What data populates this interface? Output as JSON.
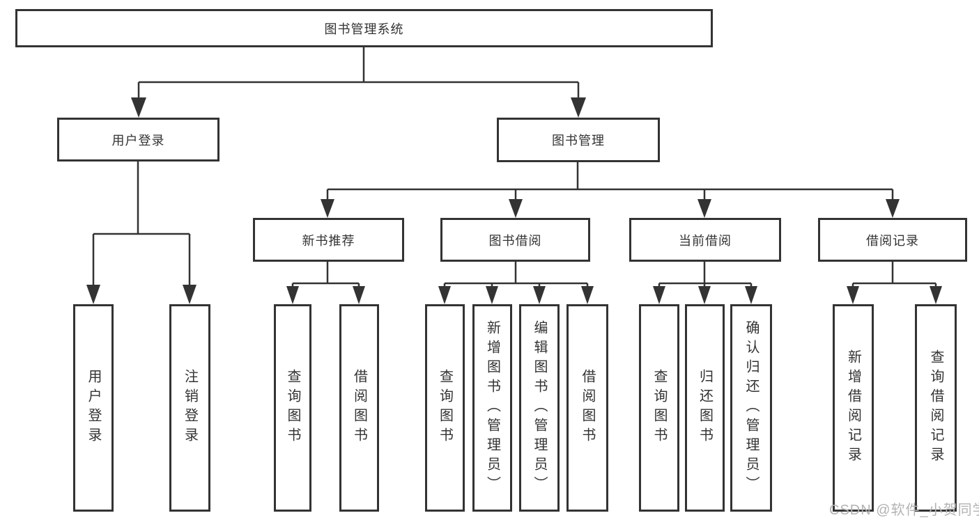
{
  "diagram": {
    "root": {
      "label": "图书管理系统"
    },
    "level2": [
      {
        "label": "用户登录"
      },
      {
        "label": "图书管理"
      }
    ],
    "level3": [
      {
        "label": "新书推荐",
        "parent": "图书管理"
      },
      {
        "label": "图书借阅",
        "parent": "图书管理"
      },
      {
        "label": "当前借阅",
        "parent": "图书管理"
      },
      {
        "label": "借阅记录",
        "parent": "图书管理"
      }
    ],
    "leaves": [
      {
        "label": "用户登录",
        "parent": "用户登录"
      },
      {
        "label": "注销登录",
        "parent": "用户登录"
      },
      {
        "label": "查询图书",
        "parent": "新书推荐"
      },
      {
        "label": "借阅图书",
        "parent": "新书推荐"
      },
      {
        "label": "查询图书",
        "parent": "图书借阅"
      },
      {
        "label": "新增图书（管理员）",
        "parent": "图书借阅"
      },
      {
        "label": "编辑图书（管理员）",
        "parent": "图书借阅"
      },
      {
        "label": "借阅图书",
        "parent": "图书借阅"
      },
      {
        "label": "查询图书",
        "parent": "当前借阅"
      },
      {
        "label": "归还图书",
        "parent": "当前借阅"
      },
      {
        "label": "确认归还（管理员）",
        "parent": "当前借阅"
      },
      {
        "label": "新增借阅记录",
        "parent": "借阅记录"
      },
      {
        "label": "查询借阅记录",
        "parent": "借阅记录"
      }
    ]
  },
  "watermark": {
    "text": "CSDN @软件_小贺同学"
  },
  "colors": {
    "line": "#333333",
    "text": "#333333",
    "watermark": "#b3b3b3",
    "background": "#ffffff"
  }
}
